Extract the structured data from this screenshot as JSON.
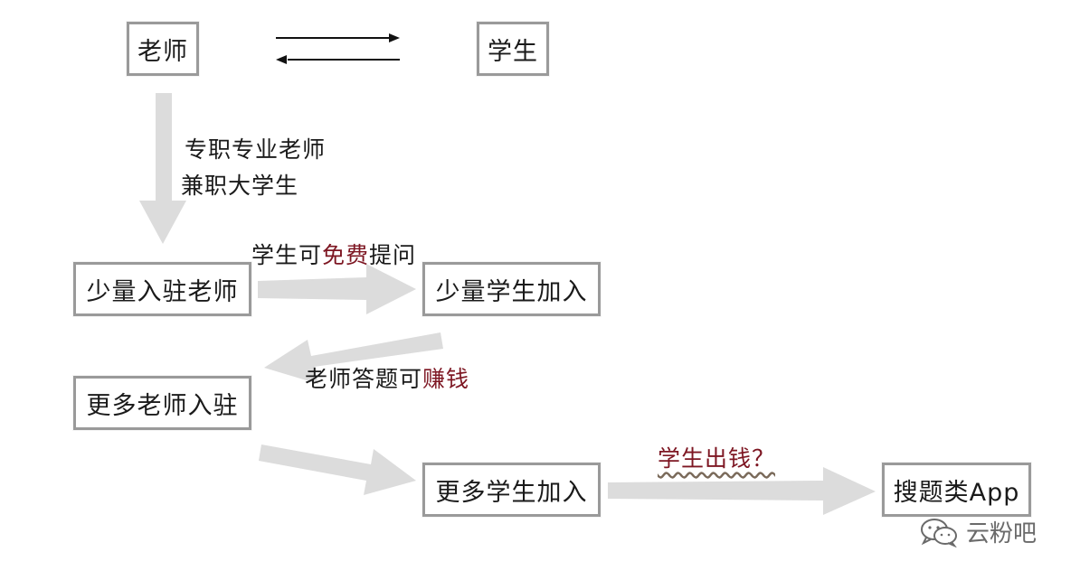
{
  "nodes": {
    "teacher": "老师",
    "student": "学生",
    "few_teachers": "少量入驻老师",
    "few_students": "少量学生加入",
    "more_teachers": "更多老师入驻",
    "more_students": "更多学生加入",
    "search_app": "搜题类App"
  },
  "labels": {
    "teacher_type_1": "专职专业老师",
    "teacher_type_2": "兼职大学生",
    "student_free_pre": "学生可",
    "student_free_hl": "免费",
    "student_free_post": "提问",
    "teacher_earn_pre": "老师答题可",
    "teacher_earn_hl": "赚钱",
    "student_pay": "学生出钱？"
  },
  "colors": {
    "highlight": "#7d1622",
    "arrow_gray": "#dcdcdc",
    "box_border": "#9a9a9a"
  },
  "watermark": {
    "text": "云粉吧",
    "icon": "wechat-icon"
  }
}
